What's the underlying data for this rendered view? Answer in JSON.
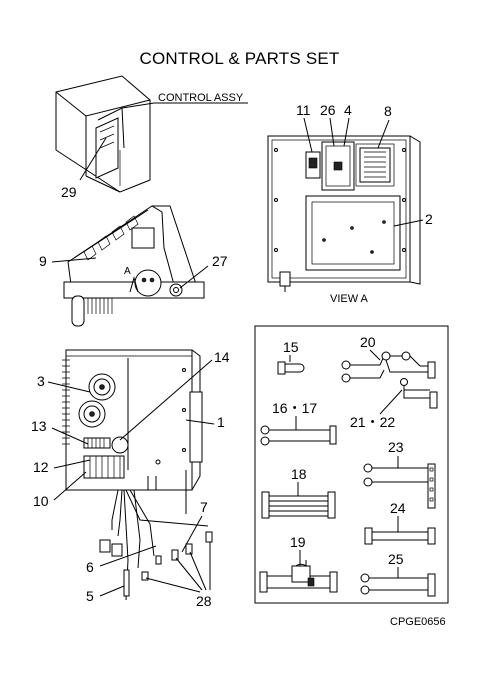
{
  "title": "CONTROL & PARTS SET",
  "callouts": {
    "control_assy": "CONTROL ASSY",
    "view_a_label": "VIEW A",
    "a_marker": "A",
    "p29": "29",
    "p9": "9",
    "p27": "27",
    "p11": "11",
    "p26": "26",
    "p4": "4",
    "p8": "8",
    "p2": "2",
    "p3": "3",
    "p14": "14",
    "p1": "1",
    "p13": "13",
    "p12": "12",
    "p10": "10",
    "p7": "7",
    "p6": "6",
    "p5": "5",
    "p28": "28",
    "p15": "15",
    "p20": "20",
    "p16_17": "16・17",
    "p21_22": "21・22",
    "p23": "23",
    "p18": "18",
    "p24": "24",
    "p19": "19",
    "p25": "25"
  },
  "drawing_code": "CPGE0656"
}
